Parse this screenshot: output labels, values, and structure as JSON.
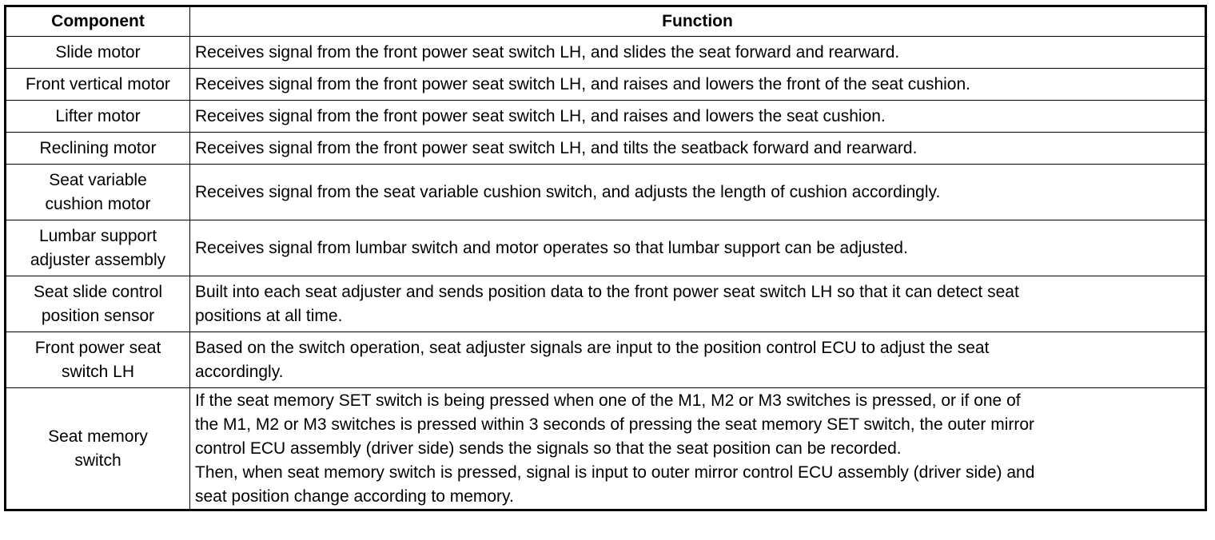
{
  "headers": {
    "component": "Component",
    "function": "Function"
  },
  "rows": [
    {
      "component": "Slide motor",
      "function": [
        "Receives signal from the front power seat switch LH, and slides the seat forward and rearward."
      ]
    },
    {
      "component": "Front vertical motor",
      "function": [
        "Receives signal from the front power seat switch LH, and raises and lowers the front of the seat cushion."
      ]
    },
    {
      "component": "Lifter motor",
      "function": [
        "Receives signal from the front power seat switch LH, and raises and lowers the seat cushion."
      ]
    },
    {
      "component": "Reclining motor",
      "function": [
        "Receives signal from the front power seat switch LH, and tilts the seatback forward and rearward."
      ]
    },
    {
      "component": [
        "Seat variable",
        "cushion motor"
      ],
      "function": [
        "Receives signal from the seat variable cushion switch, and adjusts the length of cushion accordingly."
      ]
    },
    {
      "component": [
        "Lumbar support",
        "adjuster assembly"
      ],
      "function": [
        "Receives signal from lumbar switch and motor operates so that lumbar support can be adjusted."
      ]
    },
    {
      "component": [
        "Seat slide control",
        "position sensor"
      ],
      "function": [
        "Built into each seat adjuster and sends position data to the front power seat switch LH so that it can detect seat",
        "positions at all time."
      ]
    },
    {
      "component": [
        "Front power seat",
        "switch LH"
      ],
      "function": [
        "Based on the switch operation, seat adjuster signals are input to the position control ECU to adjust the seat",
        "accordingly."
      ]
    },
    {
      "component": [
        "Seat memory",
        "switch"
      ],
      "function": [
        "If the seat memory SET switch is being pressed when one of the M1, M2 or M3 switches is pressed, or if one of",
        "the M1, M2 or M3 switches is pressed within 3 seconds of pressing the seat memory SET switch, the outer mirror",
        "control ECU assembly (driver side) sends the signals so that the seat position can be recorded.",
        "Then, when seat memory switch is pressed, signal is input to outer mirror control ECU assembly (driver side) and",
        "seat position change according to memory."
      ]
    }
  ]
}
